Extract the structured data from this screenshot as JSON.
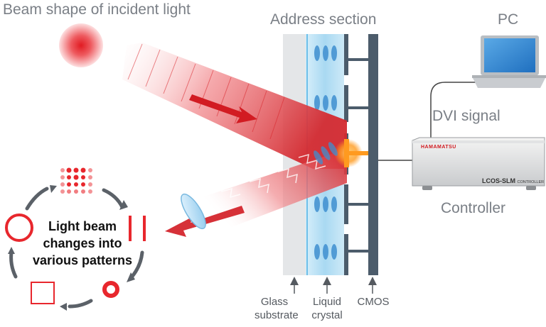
{
  "labels": {
    "beam_shape": "Beam shape of incident light",
    "address_section": "Address section",
    "pc": "PC",
    "dvi_signal": "DVI signal",
    "controller": "Controller",
    "center_line1": "Light beam",
    "center_line2": "changes into",
    "center_line3": "various patterns",
    "glass_line1": "Glass",
    "glass_line2": "substrate",
    "lc_line1": "Liquid",
    "lc_line2": "crystal",
    "cmos": "CMOS",
    "brand": "HAMAMATSU",
    "model": "LCOS-SLM",
    "model_suffix": "CONTROLLER"
  },
  "colors": {
    "beam_red": "#e8272d",
    "text_gray": "#7a7f86",
    "cmos_slate": "#4c5c6b",
    "glass_gray": "#e4e6e8",
    "liquid_blue": "#b9e0f4",
    "orange_glow": "#ff9a1f"
  },
  "icons": [
    "laptop-icon",
    "controller-box-icon",
    "lens-icon",
    "arrow-icon"
  ]
}
